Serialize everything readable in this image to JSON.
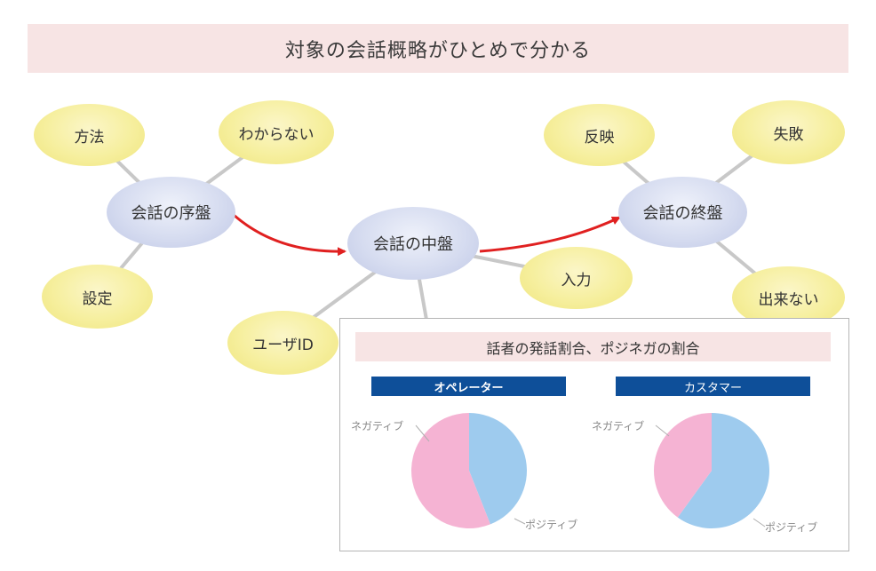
{
  "title": "対象の会話概略がひとめで分かる",
  "phases": {
    "early": "会話の序盤",
    "middle": "会話の中盤",
    "late": "会話の終盤"
  },
  "keywords": {
    "early": [
      "方法",
      "わからない",
      "設定"
    ],
    "middle": [
      "入力",
      "ユーザID"
    ],
    "late": [
      "反映",
      "失敗",
      "出来ない"
    ]
  },
  "colors": {
    "arrow": "#e02020",
    "positive": "#9ecbee",
    "negative": "#f5b3d3",
    "tab": "#0e4f99"
  },
  "panel": {
    "title": "話者の発話割合、ポジネガの割合",
    "charts": [
      {
        "label": "オペレーター",
        "negative_label": "ネガティブ",
        "positive_label": "ポジティブ"
      },
      {
        "label": "カスタマー",
        "negative_label": "ネガティブ",
        "positive_label": "ポジティブ"
      }
    ]
  },
  "chart_data": [
    {
      "type": "pie",
      "title": "オペレーター",
      "categories": [
        "ポジティブ",
        "ネガティブ"
      ],
      "values": [
        44,
        56
      ],
      "colors": [
        "#9ecbee",
        "#f5b3d3"
      ]
    },
    {
      "type": "pie",
      "title": "カスタマー",
      "categories": [
        "ポジティブ",
        "ネガティブ"
      ],
      "values": [
        60,
        40
      ],
      "colors": [
        "#9ecbee",
        "#f5b3d3"
      ]
    }
  ]
}
